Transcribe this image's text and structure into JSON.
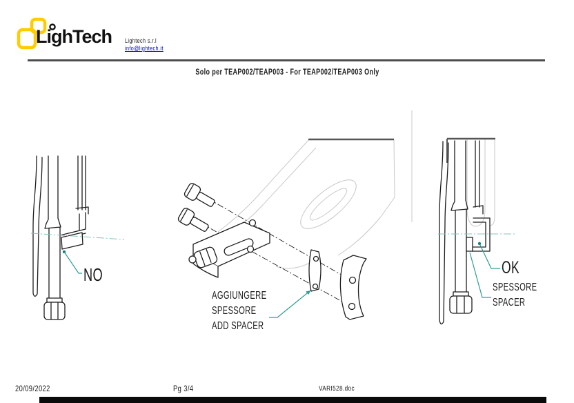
{
  "header": {
    "logo_text": "LighTech",
    "company": "Lightech s.r.l",
    "email": "info@lightech.it"
  },
  "title": "Solo per TEAP002/TEAP003  - For TEAP002/TEAP003 Only",
  "figures": {
    "left": {
      "label": "NO"
    },
    "center": {
      "lines": [
        "AGGIUNGERE",
        "SPESSORE",
        "ADD SPACER"
      ]
    },
    "right": {
      "ok": "OK",
      "lines": [
        "SPESSORE",
        "SPACER"
      ]
    }
  },
  "footer": {
    "date": "20/09/2022",
    "page": "Pg 3/4",
    "doc": "VARI528.doc"
  },
  "colors": {
    "teal": "#2e9c92",
    "teal_light": "#85c3be",
    "teal_dark": "#0e7f74",
    "logo_yellow": "#ffcc00",
    "link_blue": "#0000cc"
  }
}
